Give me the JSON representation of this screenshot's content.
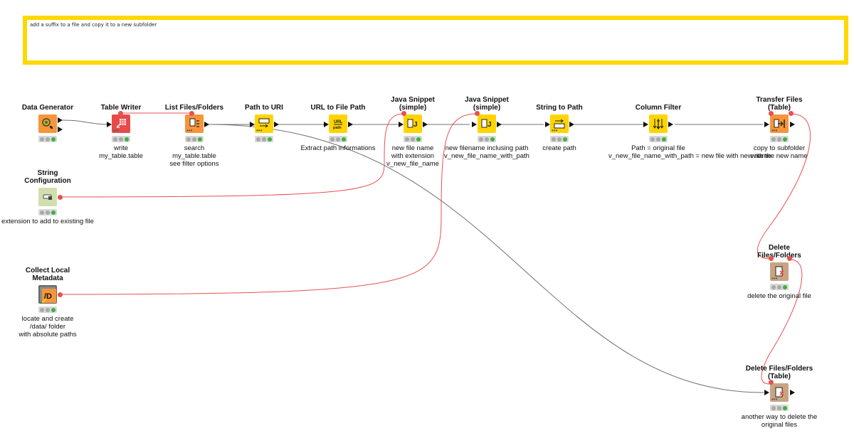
{
  "annotation": {
    "text": "add a suffix to a file and copy it to a new subfolder",
    "border_color": "#ffd800"
  },
  "colors": {
    "source": "#f7953b",
    "sink": "#e84a4a",
    "manipulator": "#ffd400",
    "configuration": "#d1dfac",
    "other": "#c9a483",
    "flow_variable_wire": "#e85050",
    "data_wire": "#707070",
    "status_ok": "#3fb040"
  },
  "nodes": {
    "data_generator": {
      "title": "Data Generator",
      "desc": [],
      "icon": "data-generator-icon"
    },
    "table_writer": {
      "title": "Table Writer",
      "desc": [
        "write",
        "my_table.table"
      ],
      "icon": "table-writer-icon"
    },
    "list_files": {
      "title": "List Files/Folders",
      "desc": [
        "search",
        "my_table.table",
        "see filter options"
      ],
      "icon": "list-files-icon"
    },
    "path_to_uri": {
      "title": "Path to URI",
      "desc": [],
      "icon": "path-to-uri-icon"
    },
    "url_to_file_path": {
      "title": "URL to File Path",
      "desc": [
        "Extract path informations"
      ],
      "icon": "url-to-path-icon"
    },
    "java_snippet_1": {
      "title": "Java Snippet (simple)",
      "desc": [
        "new file name",
        "with extension",
        "v_new_file_name"
      ],
      "icon": "java-snippet-icon"
    },
    "java_snippet_2": {
      "title": "Java Snippet (simple)",
      "desc": [
        "new filename inclusing path",
        "v_new_file_name_with_path"
      ],
      "icon": "java-snippet-icon"
    },
    "string_to_path": {
      "title": "String to Path",
      "desc": [
        "create path"
      ],
      "icon": "string-to-path-icon"
    },
    "column_filter": {
      "title": "Column Filter",
      "desc": [
        "Path = original file",
        "v_new_file_name_with_path = new file with new name"
      ],
      "icon": "column-filter-icon"
    },
    "transfer_files": {
      "title": "Transfer Files (Table)",
      "desc": [
        "copy to subfolder",
        "with the new name"
      ],
      "icon": "transfer-files-icon"
    },
    "string_configuration": {
      "title": "String Configuration",
      "desc": [
        "extension to add to existing file"
      ],
      "icon": "string-configuration-icon"
    },
    "collect_local_metadata": {
      "title": "Collect Local Metadata",
      "desc": [
        "locate and create",
        "/data/ folder",
        "with absolute paths"
      ],
      "icon": "collect-metadata-icon"
    },
    "delete_files": {
      "title": "Delete Files/Folders",
      "desc": [
        "delete the original file"
      ],
      "icon": "delete-files-icon"
    },
    "delete_files_table": {
      "title": "Delete Files/Folders (Table)",
      "desc": [
        "another way to delete the",
        "original files"
      ],
      "icon": "delete-files-table-icon"
    }
  }
}
